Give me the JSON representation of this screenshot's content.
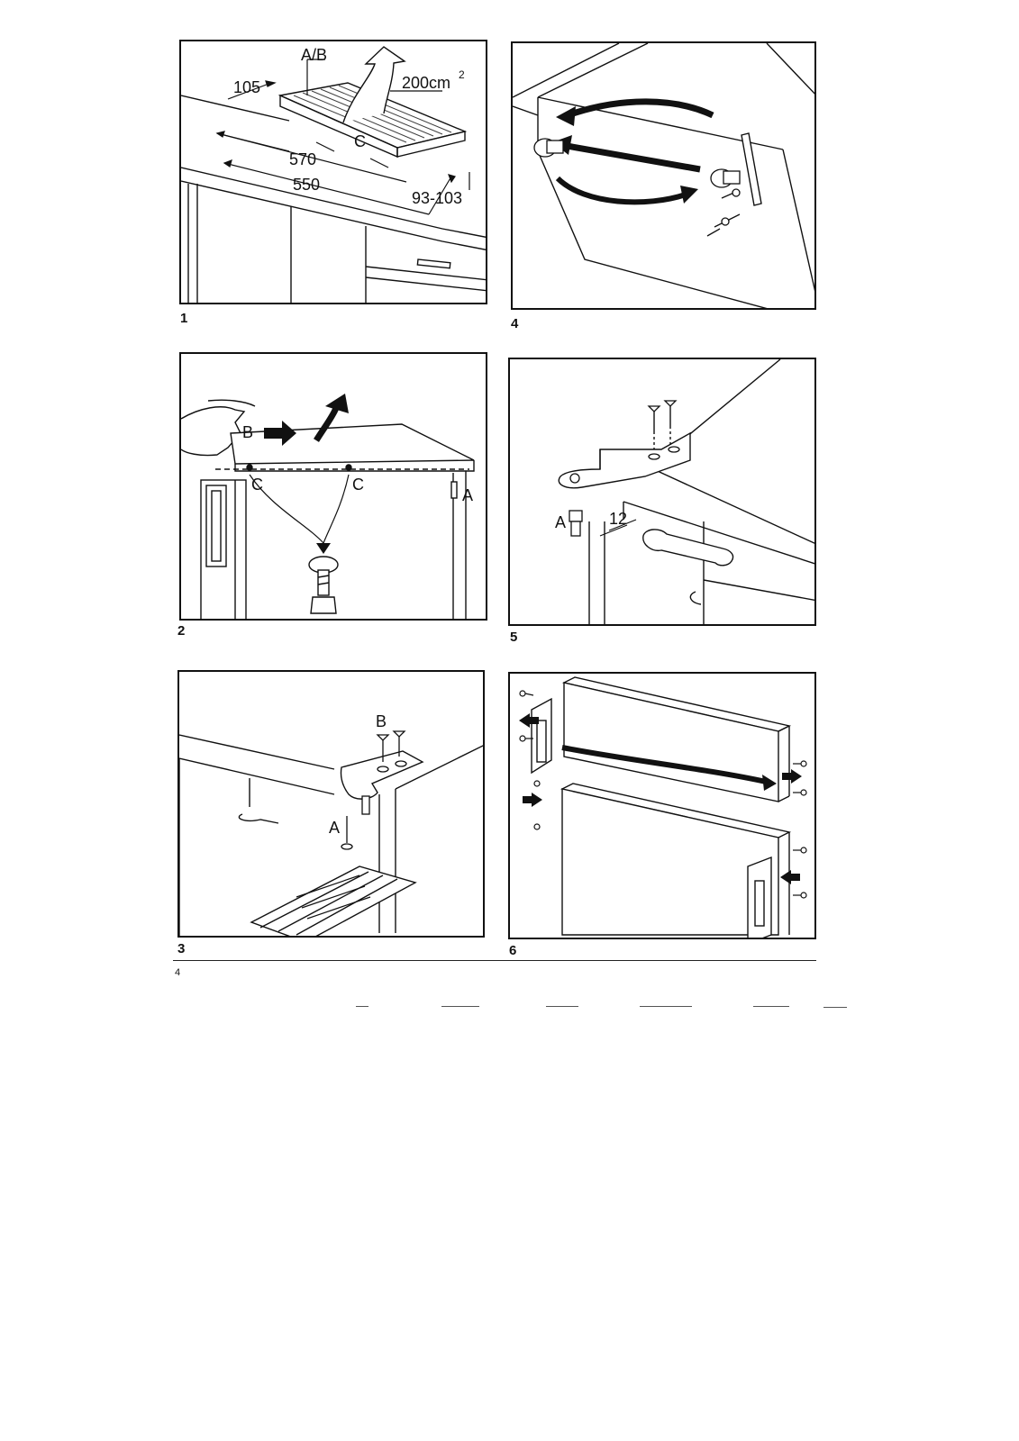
{
  "figures": [
    {
      "number": "1",
      "labels": {
        "ab": "A/B",
        "d105": "105",
        "area": "200cm",
        "area_sup": "2",
        "c": "C",
        "d570": "570",
        "d550": "550",
        "d93": "93-103"
      }
    },
    {
      "number": "2",
      "labels": {
        "b": "B",
        "c1": "C",
        "c2": "C",
        "a": "A"
      }
    },
    {
      "number": "3",
      "labels": {
        "b": "B",
        "a": "A"
      }
    },
    {
      "number": "4",
      "labels": {}
    },
    {
      "number": "5",
      "labels": {
        "a": "A",
        "d12": "12"
      }
    },
    {
      "number": "6",
      "labels": {}
    }
  ],
  "page_number": "4"
}
